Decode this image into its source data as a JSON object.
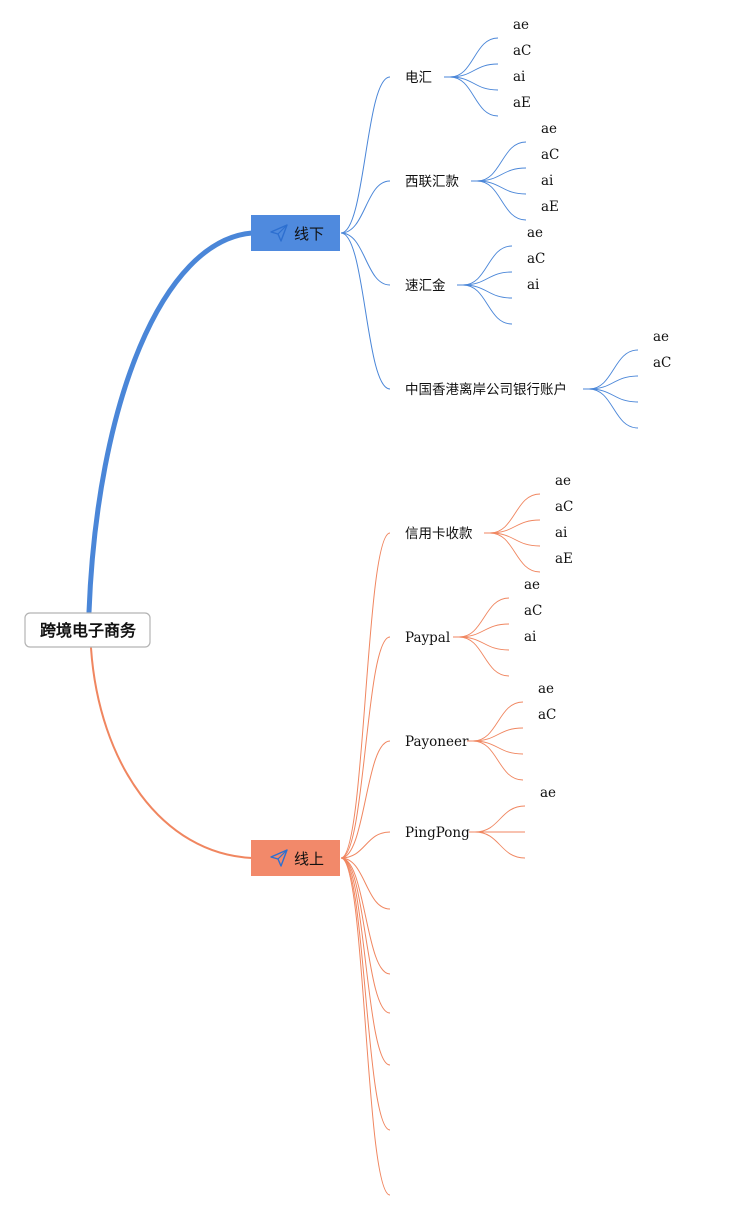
{
  "root": {
    "label": "跨境电子商务"
  },
  "colors": {
    "offline": "#4a86d8",
    "online": "#f08660",
    "offline_node": "#4f8ade",
    "online_node": "#f2896a"
  },
  "branches": [
    {
      "key": "offline",
      "label": "线下",
      "icon": "send-icon",
      "children": [
        {
          "label": "电汇",
          "leaves": [
            "ae",
            "aC",
            "ai",
            "aE"
          ]
        },
        {
          "label": "西联汇款",
          "leaves": [
            "ae",
            "aC",
            "ai",
            "aE"
          ]
        },
        {
          "label": "速汇金",
          "leaves": [
            "ae",
            "aC",
            "ai",
            ""
          ]
        },
        {
          "label": "中国香港离岸公司银行账户",
          "leaves": [
            "ae",
            "aC",
            "",
            ""
          ]
        }
      ]
    },
    {
      "key": "online",
      "label": "线上",
      "icon": "send-icon",
      "children": [
        {
          "label": "信用卡收款",
          "leaves": [
            "ae",
            "aC",
            "ai",
            "aE"
          ]
        },
        {
          "label": "Paypal",
          "leaves": [
            "ae",
            "aC",
            "ai",
            ""
          ]
        },
        {
          "label": "Payoneer",
          "leaves": [
            "ae",
            "aC",
            "",
            ""
          ]
        },
        {
          "label": "PingPong",
          "leaves": [
            "ae",
            "",
            ""
          ]
        },
        {
          "label": "",
          "leaves": []
        },
        {
          "label": "",
          "leaves": []
        },
        {
          "label": "",
          "leaves": []
        },
        {
          "label": "",
          "leaves": []
        },
        {
          "label": "",
          "leaves": []
        },
        {
          "label": "",
          "leaves": []
        }
      ]
    }
  ]
}
